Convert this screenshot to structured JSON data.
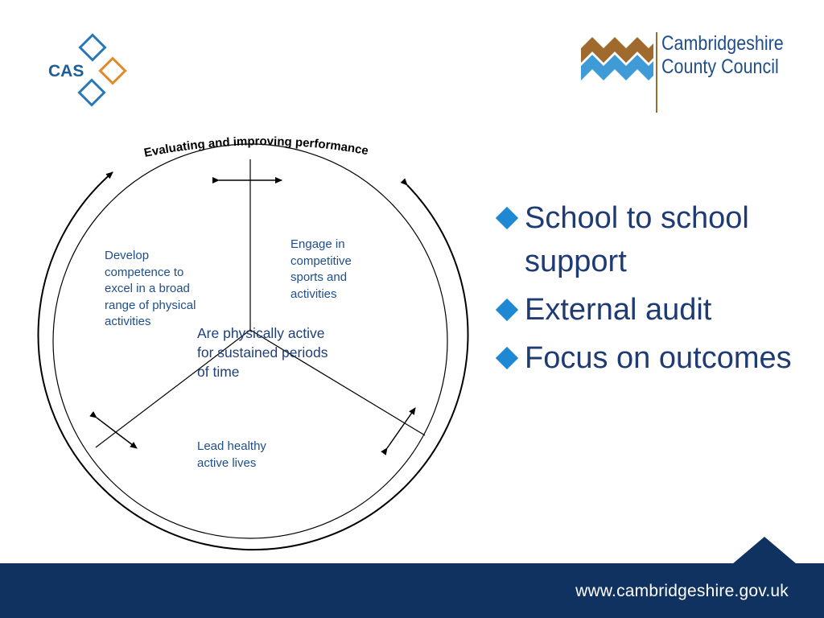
{
  "logos": {
    "cas_text": "CAS",
    "council_name": [
      "Cambridgeshire",
      "County Council"
    ]
  },
  "diagram": {
    "arc_title": "Evaluating and improving performance",
    "center_label": "Are physically active for sustained periods of time",
    "segments": {
      "left": "Develop competence to excel in a broad range of physical activities",
      "right": "Engage in competitive sports and activities",
      "bottom": "Lead healthy active lives"
    }
  },
  "bullets": [
    "School to school support",
    "External audit",
    "Focus on outcomes"
  ],
  "footer": {
    "url": "www.cambridgeshire.gov.uk"
  },
  "colors": {
    "navy": "#0f3260",
    "bullet_blue": "#1e88d2",
    "cas_blue": "#2b78b6",
    "cas_orange": "#e08a2c",
    "council_brown": "#a06a2e",
    "council_blue": "#3f9bd6"
  }
}
